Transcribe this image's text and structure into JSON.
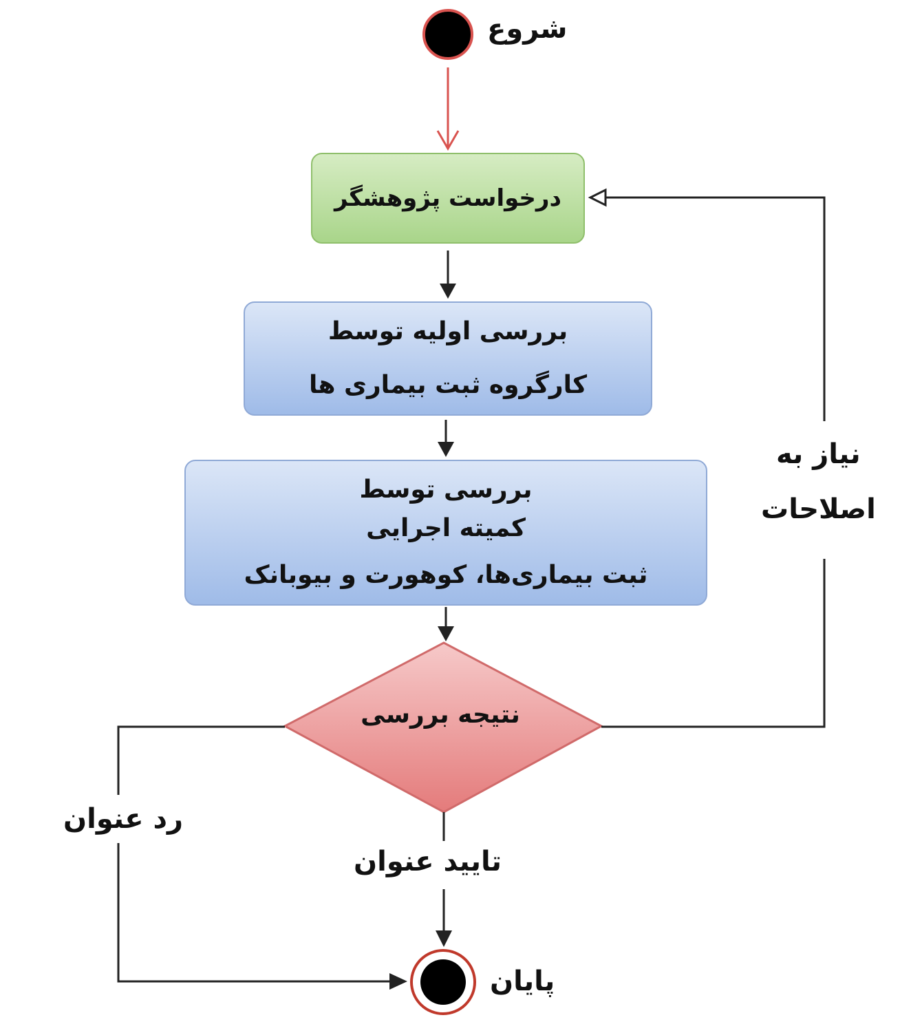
{
  "nodes": {
    "start": "شروع",
    "end": "پایان",
    "researcher_request": "درخواست پژوهشگر",
    "initial_review": {
      "line1": "بررسی اولیه توسط",
      "line2": "کارگروه ثبت بیماری ها"
    },
    "committee_review": {
      "line1": "بررسی توسط",
      "line2": "کمیته اجرایی",
      "line3": "ثبت بیماری‌ها، کوهورت و بیوبانک"
    },
    "decision": "نتیجه بررسی"
  },
  "edges": {
    "needs_revision": {
      "line1": "نیاز به",
      "line2": "اصلاحات"
    },
    "reject": "رد عنوان",
    "approve": "تایید عنوان"
  },
  "colors": {
    "request_fill": "#a9d58a",
    "review_fill": "#9fbbe8",
    "decision_fill": "#ea8a8a",
    "start_arrow": "#d9534f",
    "end_ring": "#c0392b"
  }
}
